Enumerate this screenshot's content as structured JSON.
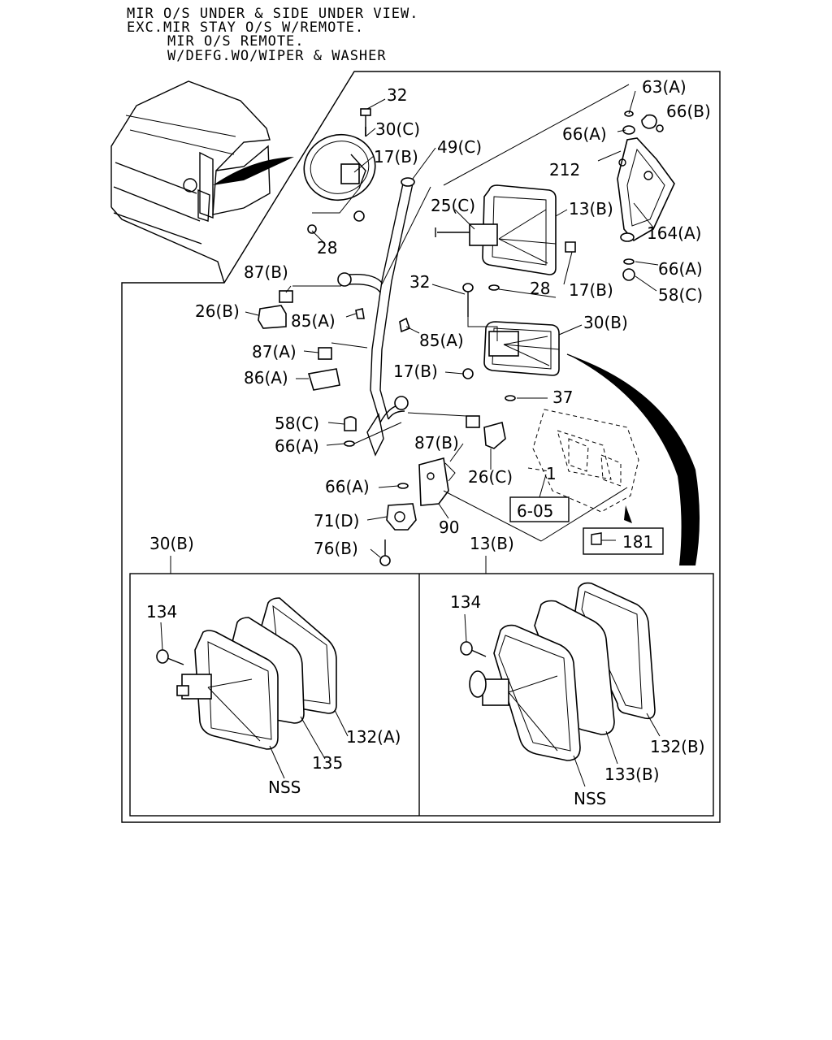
{
  "header": {
    "lines": [
      "MIR O/S UNDER & SIDE UNDER VIEW.",
      "EXC.MIR STAY O/S W/REMOTE.",
      "MIR O/S REMOTE.",
      "W/DEFG.WO/WIPER & WASHER"
    ]
  },
  "callouts": {
    "c32_top": "32",
    "c30c": "30(C)",
    "c17b_top": "17(B)",
    "c49c": "49(C)",
    "c28_top": "28",
    "c25c": "25(C)",
    "c13b_top": "13(B)",
    "c63a": "63(A)",
    "c66b": "66(B)",
    "c66a_top": "66(A)",
    "c212": "212",
    "c164a": "164(A)",
    "c66a_right": "66(A)",
    "c58c_right": "58(C)",
    "c87b_left": "87(B)",
    "c26b": "26(B)",
    "c85a_left": "85(A)",
    "c85a_right": "85(A)",
    "c32_mid": "32",
    "c28_mid": "28",
    "c17b_mid": "17(B)",
    "c30b_right": "30(B)",
    "c87a": "87(A)",
    "c86a": "86(A)",
    "c17b_low": "17(B)",
    "c37": "37",
    "c58c_left": "58(C)",
    "c66a_left": "66(A)",
    "c87b_low": "87(B)",
    "c26c": "26(C)",
    "c66a_low": "66(A)",
    "c71d": "71(D)",
    "c90": "90",
    "c76b": "76(B)",
    "c605": "6-05",
    "c181": "181",
    "c1": "1"
  },
  "detail_left": {
    "title": "30(B)",
    "c134": "134",
    "c132a": "132(A)",
    "c135": "135",
    "nss": "NSS"
  },
  "detail_right": {
    "title": "13(B)",
    "c134": "134",
    "c132b": "132(B)",
    "c133b": "133(B)",
    "nss": "NSS"
  }
}
